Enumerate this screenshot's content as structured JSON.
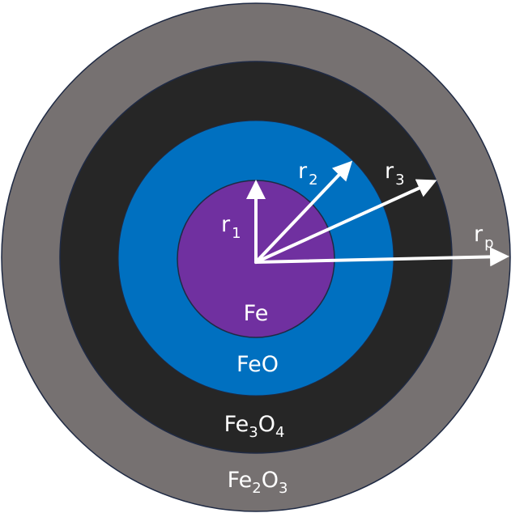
{
  "colors": {
    "fe2o3": "#767171",
    "fe3o4": "#262626",
    "feo": "#0070C0",
    "fe": "#7030A0",
    "outline": "#1F2A44",
    "arrow": "#FFFFFF"
  },
  "layers": {
    "fe": {
      "base": "Fe"
    },
    "feo": {
      "base": "FeO"
    },
    "fe3o4": {
      "p1": "Fe",
      "s1": "3",
      "p2": "O",
      "s2": "4"
    },
    "fe2o3": {
      "p1": "Fe",
      "s1": "2",
      "p2": "O",
      "s2": "3"
    }
  },
  "radii": {
    "r1": {
      "base": "r",
      "sub": "1"
    },
    "r2": {
      "base": "r",
      "sub": "2"
    },
    "r3": {
      "base": "r",
      "sub": "3"
    },
    "rp": {
      "base": "r",
      "sub": "p"
    }
  }
}
